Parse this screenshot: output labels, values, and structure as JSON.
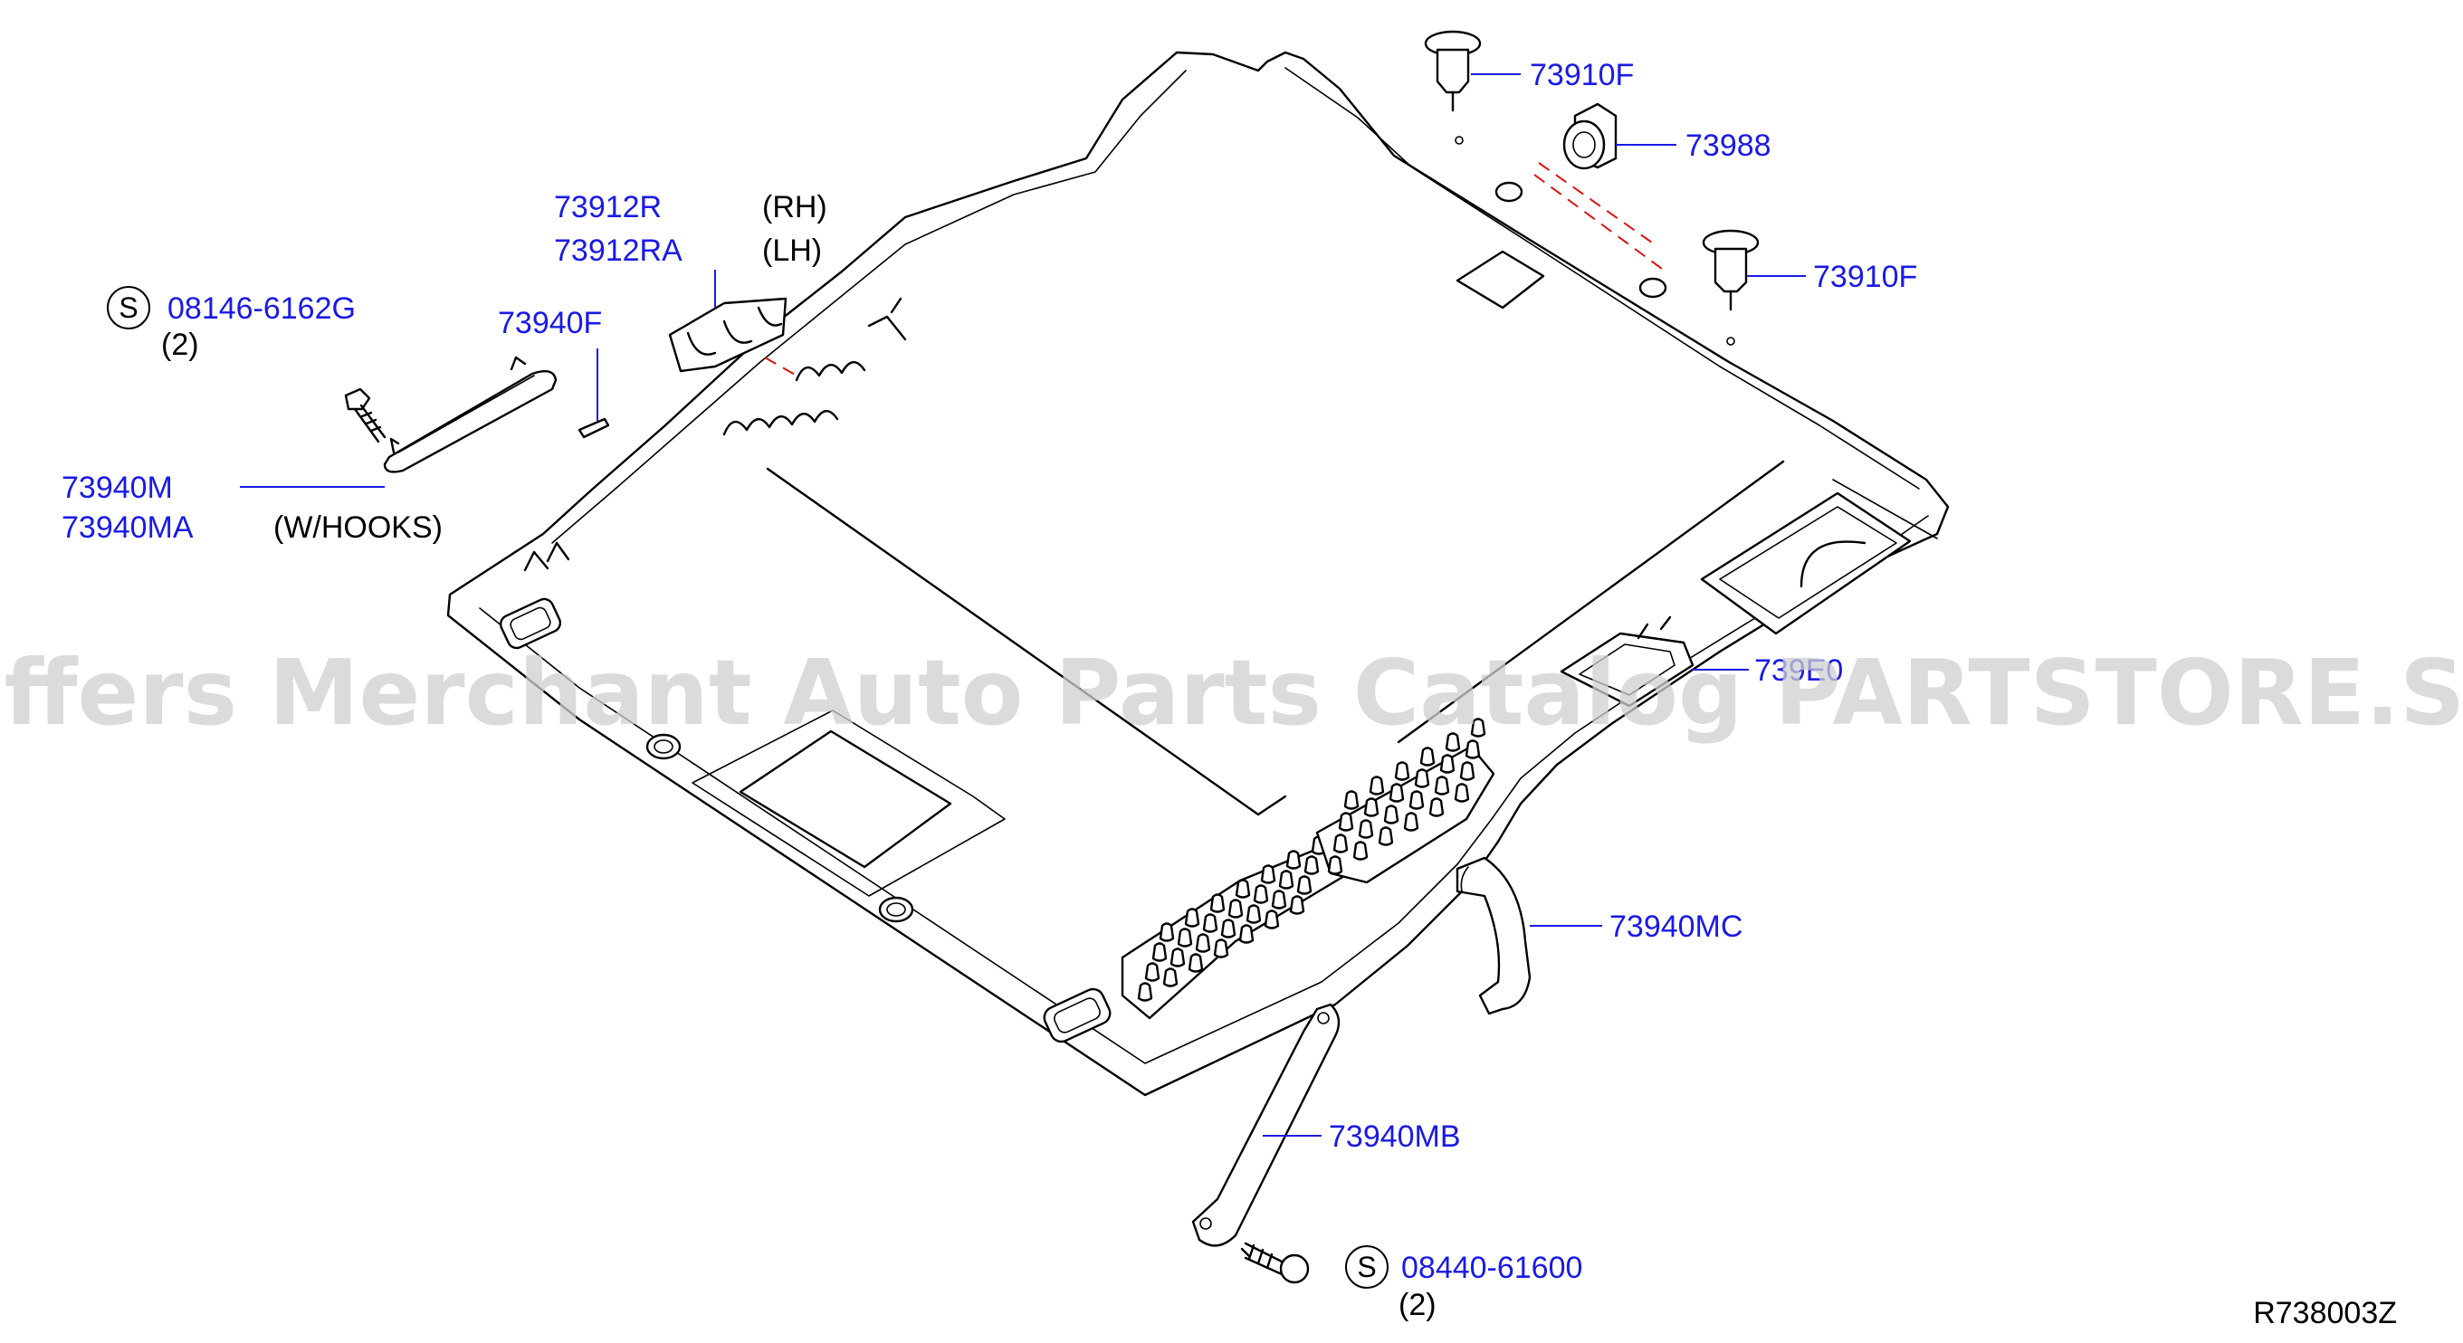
{
  "labels": {
    "l_73910f_top": "73910F",
    "l_73988": "73988",
    "l_73910f_right": "73910F",
    "l_73912r": "73912R",
    "l_73912ra": "73912RA",
    "l_rh": "(RH)",
    "l_lh": "(LH)",
    "l_08146": "08146-6162G",
    "l_08146_qty": "(2)",
    "l_73940f": "73940F",
    "l_73940m": "73940M",
    "l_73940ma": "73940MA",
    "l_whooks": "(W/HOOKS)",
    "l_739e0": "739E0",
    "l_73940mc": "73940MC",
    "l_73940mb": "73940MB",
    "l_08440": "08440-61600",
    "l_08440_qty": "(2)",
    "s_symbol": "S",
    "diagram_code": "R738003Z"
  },
  "watermark": "Offers Merchant Auto Parts Catalog PARTSTORE.SA",
  "colors": {
    "part_number": "#1a1ae6",
    "dashed_link": "#e01010",
    "watermark": "#cfcfcf"
  }
}
